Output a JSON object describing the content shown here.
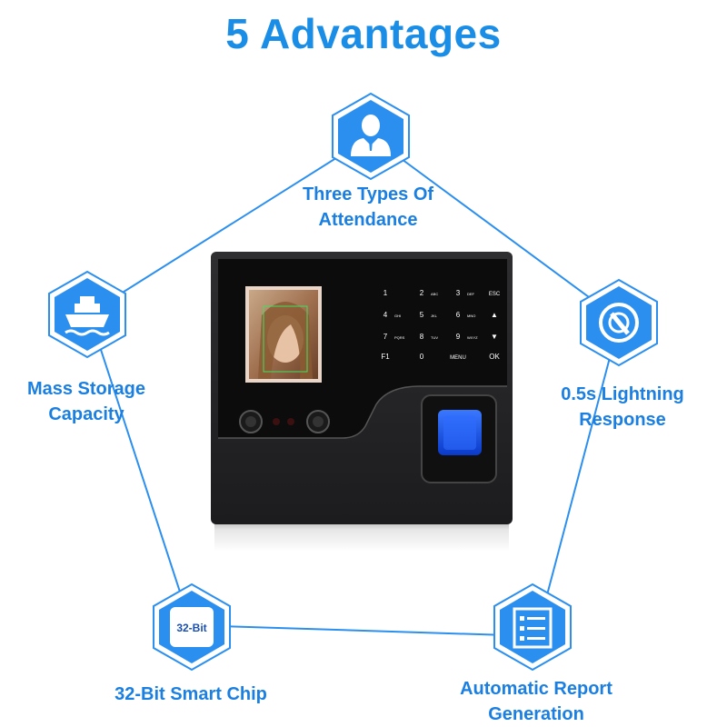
{
  "title": "5 Advantages",
  "colors": {
    "accent": "#1a8ee6",
    "hex_fill": "#2b8ff0",
    "line": "#2b8ff0"
  },
  "advantages": [
    {
      "icon": "person-icon",
      "label_lines": [
        "Three Types Of",
        "Attendance"
      ]
    },
    {
      "icon": "lightning-icon",
      "label_lines": [
        "0.5s Lightning",
        "Response"
      ]
    },
    {
      "icon": "report-list-icon",
      "label_lines": [
        "Automatic Report",
        "Generation"
      ]
    },
    {
      "icon": "chip-icon",
      "chip_text": "32-Bit",
      "label_lines": [
        "32-Bit Smart Chip"
      ]
    },
    {
      "icon": "ship-icon",
      "label_lines": [
        "Mass Storage",
        "Capacity"
      ]
    }
  ],
  "device": {
    "keypad": [
      {
        "key": "1",
        "sub": ""
      },
      {
        "key": "2",
        "sub": "ABC"
      },
      {
        "key": "3",
        "sub": "DEF"
      },
      {
        "key": "ESC",
        "sub": ""
      },
      {
        "key": "4",
        "sub": "GHI"
      },
      {
        "key": "5",
        "sub": "JKL"
      },
      {
        "key": "6",
        "sub": "MNO"
      },
      {
        "key": "▲",
        "sub": ""
      },
      {
        "key": "7",
        "sub": "PQRS"
      },
      {
        "key": "8",
        "sub": "TUV"
      },
      {
        "key": "9",
        "sub": "WXYZ"
      },
      {
        "key": "▼",
        "sub": ""
      },
      {
        "key": "F1",
        "sub": ""
      },
      {
        "key": "0",
        "sub": ""
      },
      {
        "key": "MENU",
        "sub": ""
      },
      {
        "key": "OK",
        "sub": ""
      }
    ]
  }
}
